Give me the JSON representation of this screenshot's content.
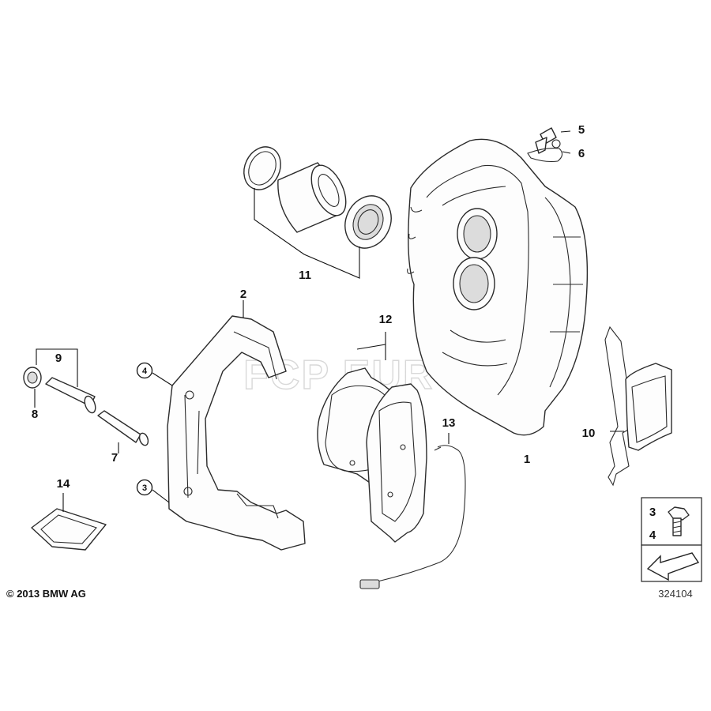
{
  "copyright": "© 2013 BMW AG",
  "diagram_id": "324104",
  "watermark": "FCP EURO",
  "callouts": {
    "c1": "1",
    "c2": "2",
    "c3": "3",
    "c4": "4",
    "c5": "5",
    "c6": "6",
    "c7": "7",
    "c8": "8",
    "c9": "9",
    "c10": "10",
    "c11": "11",
    "c12": "12",
    "c13": "13",
    "c14": "14"
  },
  "inset": {
    "top": "3",
    "bottom": "4"
  }
}
